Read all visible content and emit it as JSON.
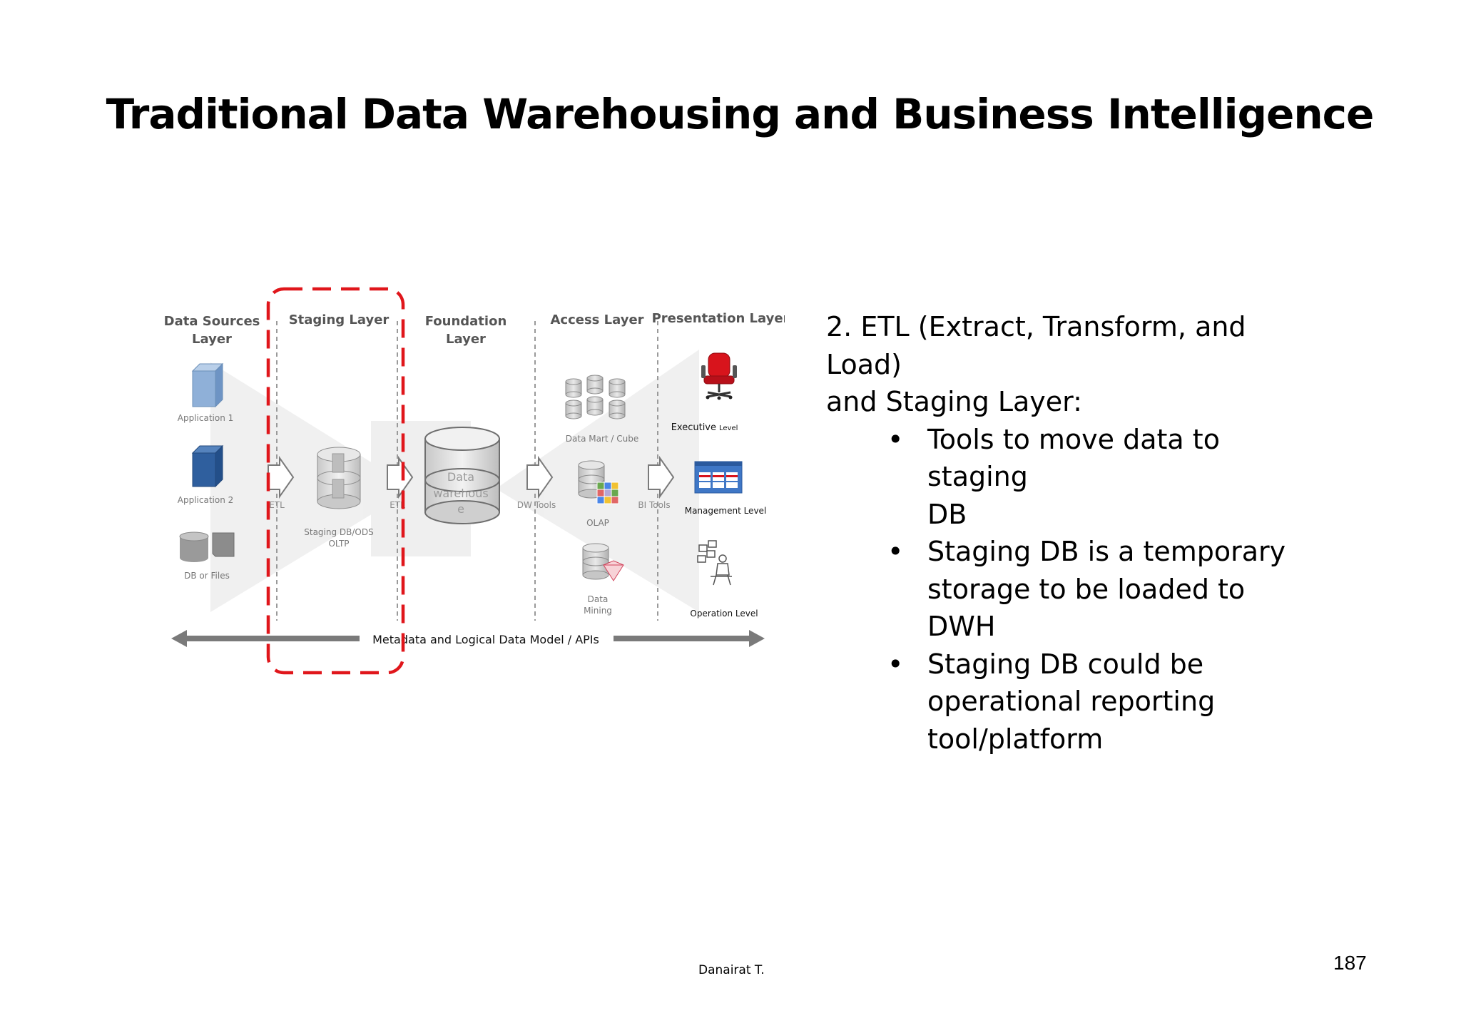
{
  "slide": {
    "title": "Traditional Data Warehousing and Business Intelligence",
    "author": "Danairat T.",
    "page_number": "187"
  },
  "diagram": {
    "layers": [
      {
        "line1": "Data Sources",
        "line2": "Layer"
      },
      {
        "line1": "Staging Layer",
        "line2": ""
      },
      {
        "line1": "Foundation",
        "line2": "Layer"
      },
      {
        "line1": "Access Layer",
        "line2": ""
      },
      {
        "line1": "Presentation Layer",
        "line2": ""
      }
    ],
    "sources": {
      "application_1": "Application 1",
      "application_2": "Application 2",
      "db_or_files": "DB or Files"
    },
    "staging": {
      "line1": "Staging DB/ODS",
      "line2": "OLTP"
    },
    "warehouse": {
      "line1": "Data",
      "line2": "warehous",
      "line3": "e"
    },
    "arrows": {
      "etl_1": "ETL",
      "etl_2": "ETL",
      "dw_tools": "DW Tools",
      "bi_tools": "BI Tools"
    },
    "access": {
      "data_mart": "Data Mart / Cube",
      "olap": "OLAP",
      "data_mining_1": "Data",
      "data_mining_2": "Mining"
    },
    "presentation": {
      "executive_1": "Executive",
      "executive_2": "Level",
      "management": "Management Level",
      "operation": "Operation Level"
    },
    "metadata_bar": "Metadata and Logical Data Model / APIs",
    "colors": {
      "highlight_dash": "#e0161b",
      "arrow_gray": "#7a7a7a",
      "label_gray": "#555555"
    }
  },
  "panel": {
    "heading_line1": "2. ETL (Extract, Transform, and Load)",
    "heading_line2": "and Staging Layer:",
    "bullet_symbol": "•",
    "bullets": [
      {
        "line1": "Tools to move data to staging",
        "line2": "DB",
        "line3": ""
      },
      {
        "line1": "Staging DB is a temporary",
        "line2": "storage to be loaded to DWH",
        "line3": ""
      },
      {
        "line1": "Staging DB could be",
        "line2": "operational reporting",
        "line3": "tool/platform"
      }
    ]
  }
}
